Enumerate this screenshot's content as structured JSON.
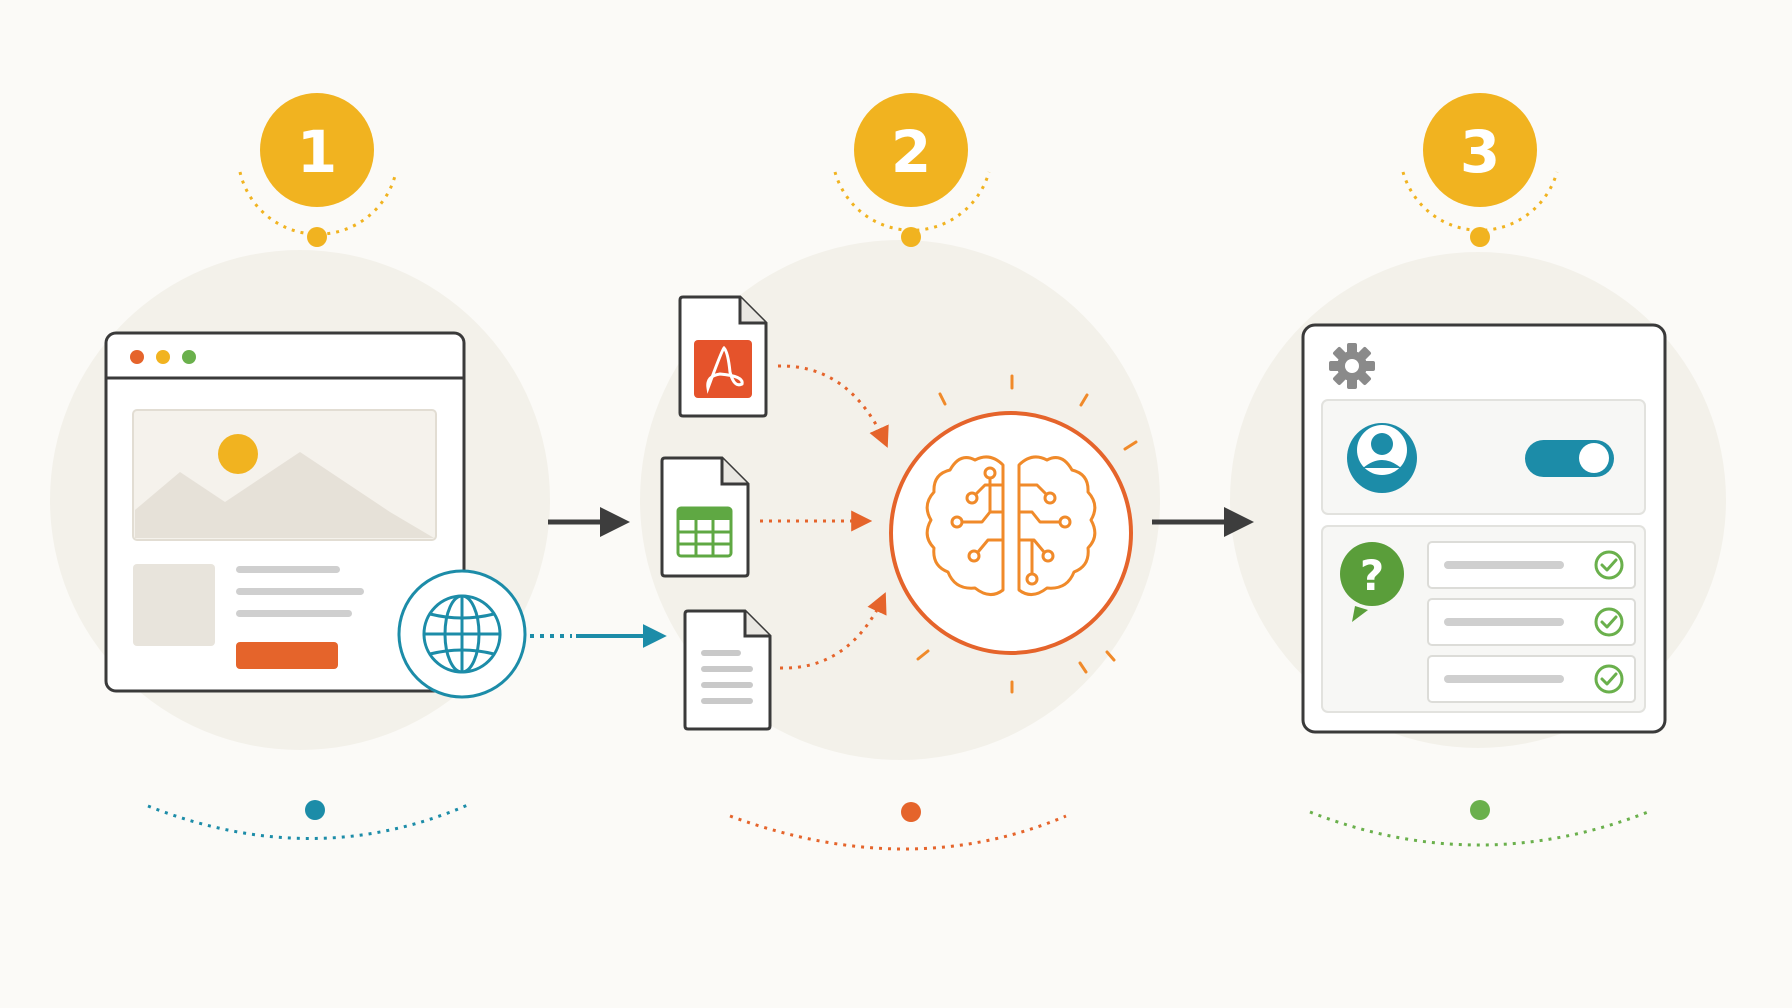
{
  "steps": [
    {
      "number": "1",
      "name": "website-capture",
      "accent": "#1c8ca8"
    },
    {
      "number": "2",
      "name": "ai-processing",
      "accent": "#e5642b"
    },
    {
      "number": "3",
      "name": "chatbot-config",
      "accent": "#6ab04c"
    }
  ],
  "colors": {
    "badge": "#f1b320",
    "badge_text": "#ffffff",
    "teal": "#1c8ca8",
    "orange": "#e5642b",
    "brain": "#f08a2a",
    "green": "#6ab04c",
    "outline": "#3a3a3a",
    "arrow": "#3d3d3d",
    "bg_circle": "#f3f1ea",
    "placeholder": "#e8e4dc",
    "pdf_red": "#e5532b",
    "sheet_green": "#5fa843",
    "gear": "#8a8a8a"
  },
  "icons": {
    "browser": "browser-window-icon",
    "globe": "globe-icon",
    "pdf": "pdf-document-icon",
    "spreadsheet": "spreadsheet-document-icon",
    "text_doc": "text-document-icon",
    "brain": "brain-circuit-icon",
    "gear": "gear-icon",
    "user": "user-avatar-icon",
    "toggle": "toggle-switch",
    "help": "question-bubble-icon",
    "check": "check-circle-icon"
  },
  "settings_panel": {
    "toggle_on": true,
    "faq_rows_checked": 3
  }
}
